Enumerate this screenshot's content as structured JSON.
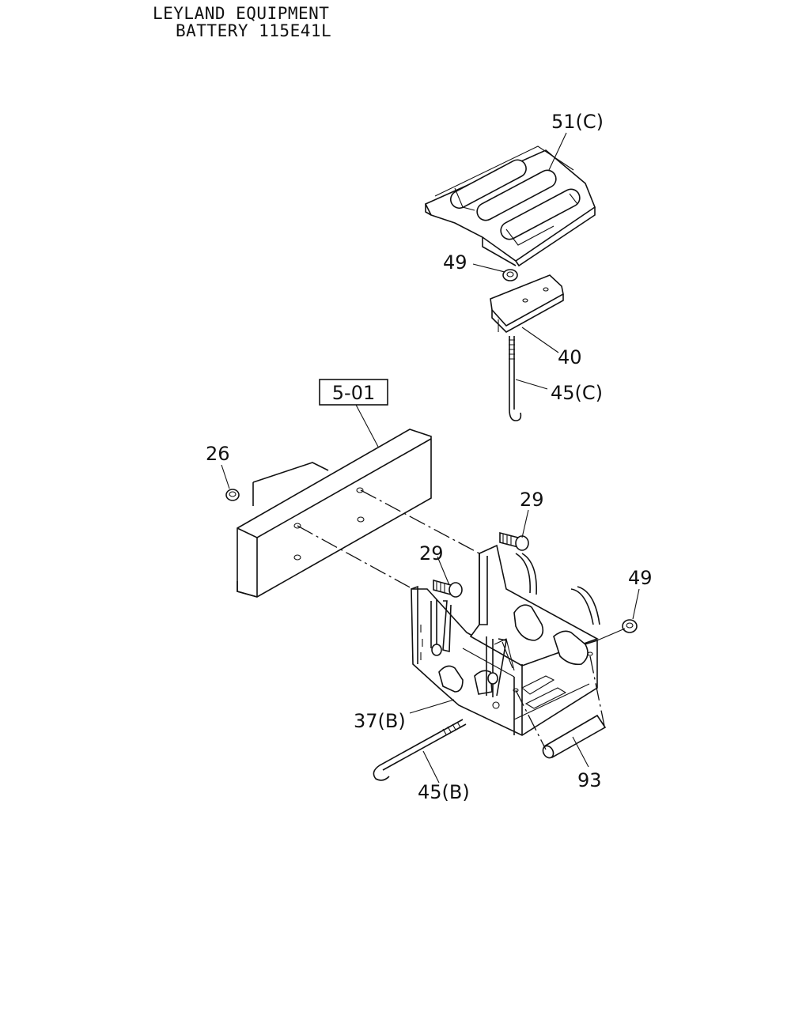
{
  "title": {
    "line1": "LEYLAND EQUIPMENT",
    "line2": "BATTERY 115E41L"
  },
  "reference_box": "5-01",
  "callouts": [
    {
      "id": "c51c",
      "label": "51(C)"
    },
    {
      "id": "c49a",
      "label": "49"
    },
    {
      "id": "c40",
      "label": "40"
    },
    {
      "id": "c45c",
      "label": "45(C)"
    },
    {
      "id": "c26",
      "label": "26"
    },
    {
      "id": "c29a",
      "label": "29"
    },
    {
      "id": "c29b",
      "label": "29"
    },
    {
      "id": "c49b",
      "label": "49"
    },
    {
      "id": "c37b",
      "label": "37(B)"
    },
    {
      "id": "c45b",
      "label": "45(B)"
    },
    {
      "id": "c93",
      "label": "93"
    }
  ]
}
